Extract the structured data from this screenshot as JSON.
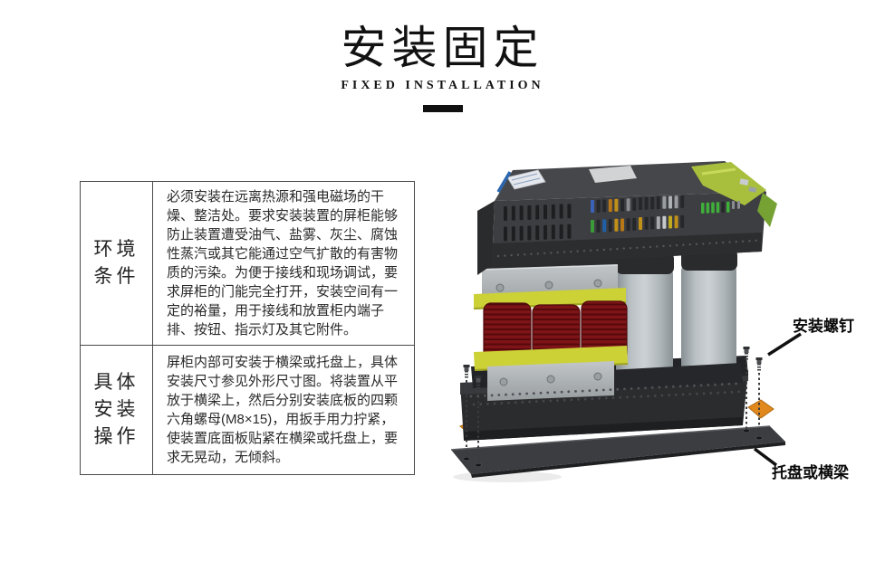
{
  "header": {
    "title": "安装固定",
    "subtitle": "FIXED INSTALLATION"
  },
  "table": {
    "rows": [
      {
        "label": "环境\n条件",
        "content": "必须安装在远离热源和强电磁场的干燥、整洁处。要求安装装置的屏柜能够防止装置遭受油气、盐雾、灰尘、腐蚀性蒸汽或其它能通过空气扩散的有害物质的污染。为便于接线和现场调试，要求屏柜的门能完全打开，安装空间有一定的裕量，用于接线和放置柜内端子排、按钮、指示灯及其它附件。"
      },
      {
        "label": "具体\n安装\n操作",
        "content": "屏柜内部可安装于横梁或托盘上，具体安装尺寸参见外形尺寸图。将装置从平放于横梁上，然后分别安装底板的四颗六角螺母(M8×15)，用扳手用力拧紧，使装置底面板贴紧在横梁或托盘上，要求无晃动，无倾斜。"
      }
    ]
  },
  "diagram": {
    "labels": {
      "screws": "安装螺钉",
      "tray": "托盘或横梁"
    },
    "colors": {
      "coil_red": "#7e1417",
      "coil_fin_dark": "#55090b",
      "clamp_yellow": "#ccd136",
      "capacitor_gray": "#b9c0c4",
      "unit_dark": "#3d3e41",
      "pad_orange": "#e0881c",
      "tray_dark": "#3b3d41",
      "card_green": "#a8bf3e"
    }
  }
}
